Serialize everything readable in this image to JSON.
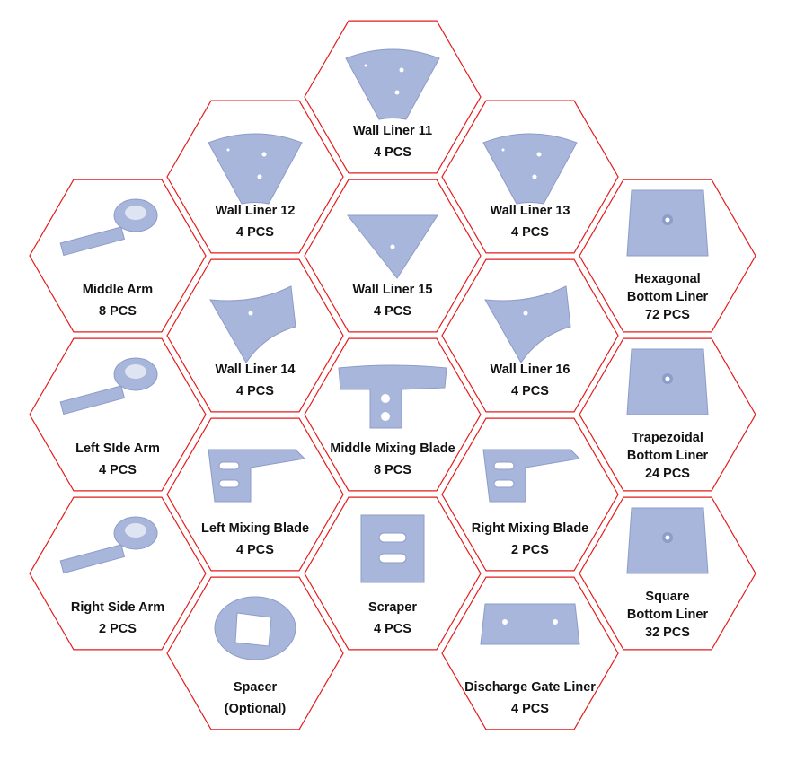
{
  "colors": {
    "border": "#e31b1b",
    "part": "#a8b6dc",
    "part_dark": "#8d9cc8",
    "text": "#111111"
  },
  "parts": [
    {
      "lines": [
        "Wall Liner 11",
        "4 PCS"
      ],
      "icon": "sector-liner-icon",
      "col": 2,
      "row": 0
    },
    {
      "lines": [
        "Wall Liner 12",
        "4 PCS"
      ],
      "icon": "sector-liner-icon",
      "col": 1,
      "row": 0
    },
    {
      "lines": [
        "Wall Liner 13",
        "4 PCS"
      ],
      "icon": "sector-liner-icon",
      "col": 3,
      "row": 0
    },
    {
      "lines": [
        "Middle Arm",
        "8 PCS"
      ],
      "icon": "arm-icon",
      "col": 0,
      "row": 0
    },
    {
      "lines": [
        "Wall Liner 15",
        "4 PCS"
      ],
      "icon": "triangle-liner-icon",
      "col": 2,
      "row": 1
    },
    {
      "lines": [
        "Hexagonal",
        "Bottom Liner",
        "72 PCS"
      ],
      "icon": "square-plate-icon",
      "col": 4,
      "row": 0
    },
    {
      "lines": [
        "Wall Liner 14",
        "4 PCS"
      ],
      "icon": "curved-liner-icon",
      "col": 1,
      "row": 1
    },
    {
      "lines": [
        "Wall Liner 16",
        "4 PCS"
      ],
      "icon": "curved-liner-icon",
      "col": 3,
      "row": 1
    },
    {
      "lines": [
        "Left SIde Arm",
        "4 PCS"
      ],
      "icon": "arm-icon",
      "col": 0,
      "row": 1
    },
    {
      "lines": [
        "Middle Mixing Blade",
        "8 PCS"
      ],
      "icon": "t-blade-icon",
      "col": 2,
      "row": 2
    },
    {
      "lines": [
        "Trapezoidal",
        "Bottom Liner",
        "24 PCS"
      ],
      "icon": "square-plate-icon",
      "col": 4,
      "row": 1
    },
    {
      "lines": [
        "Left Mixing Blade",
        "4 PCS"
      ],
      "icon": "mixing-blade-icon",
      "col": 1,
      "row": 2
    },
    {
      "lines": [
        "Right Mixing Blade",
        "2 PCS"
      ],
      "icon": "mixing-blade-icon",
      "col": 3,
      "row": 2
    },
    {
      "lines": [
        "Right Side Arm",
        "2 PCS"
      ],
      "icon": "arm-icon",
      "col": 0,
      "row": 2
    },
    {
      "lines": [
        "Scraper",
        "4 PCS"
      ],
      "icon": "scraper-icon",
      "col": 2,
      "row": 3
    },
    {
      "lines": [
        "Square",
        "Bottom Liner",
        "32 PCS"
      ],
      "icon": "square-plate-icon",
      "col": 4,
      "row": 2
    },
    {
      "lines": [
        "Spacer",
        "(Optional)"
      ],
      "icon": "spacer-ring-icon",
      "col": 1,
      "row": 3
    },
    {
      "lines": [
        "Discharge Gate Liner",
        "4 PCS"
      ],
      "icon": "gate-plate-icon",
      "col": 3,
      "row": 3
    }
  ]
}
